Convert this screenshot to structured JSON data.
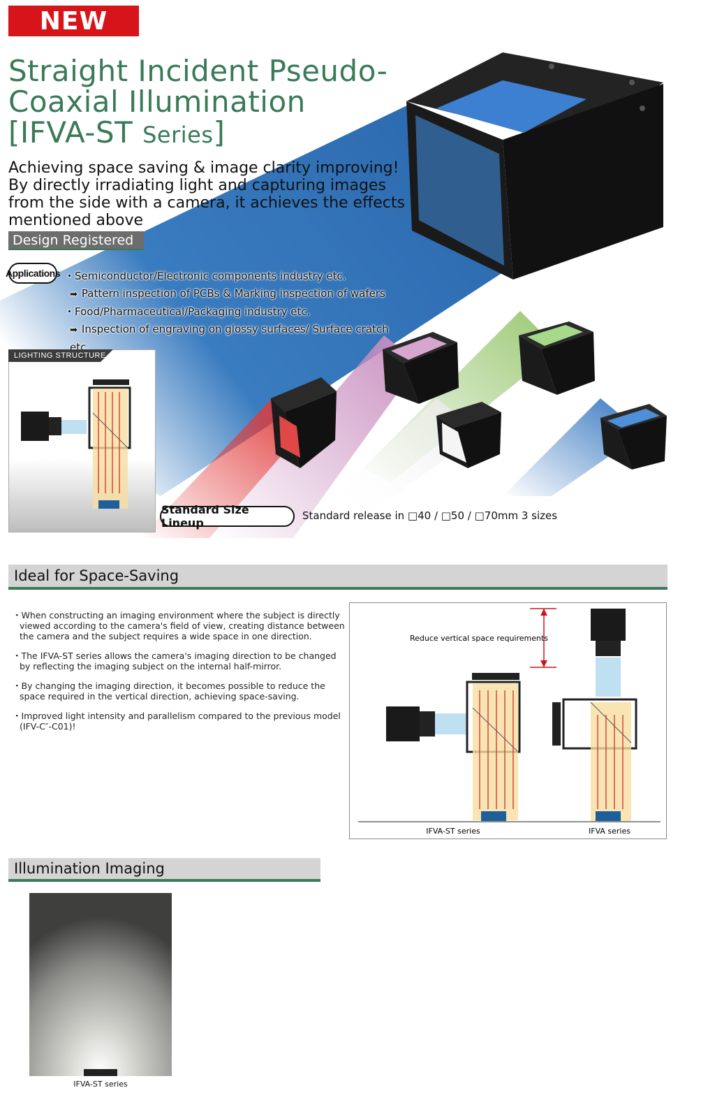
{
  "badge": {
    "label": "NEW"
  },
  "title": {
    "line1": "Straight Incident Pseudo-",
    "line2": "Coaxial Illumination",
    "series_open": "[IFVA-ST ",
    "series_word": "Series",
    "series_close": "]"
  },
  "tagline": {
    "line1": "Achieving space saving & image clarity improving!",
    "line2": "By directly irradiating light and capturing images",
    "line3": "from the side with a camera, it achieves the effects",
    "line4": "mentioned above"
  },
  "design_registered": "Design Registered",
  "applications": {
    "label": "Applications",
    "items": [
      "・Semiconductor/Electronic components industry etc.",
      "Pattern inspection of PCBs & Marking inspection of wafers",
      "・Food/Pharmaceutical/Packaging industry etc.",
      "Inspection of engraving on glossy surfaces/ Surface cratch etc."
    ]
  },
  "lighting_structure": {
    "label": "LIGHTING STRUCTURE"
  },
  "lineup": {
    "label": "Standard Size Lineup",
    "text": "Standard release in □40 / □50 / □70mm  3 sizes"
  },
  "section_space": {
    "title": "Ideal for Space-Saving",
    "bullets": [
      "・When constructing an imaging environment where the subject is directly viewed according to the camera's field of view, creating distance between the camera and the subject requires a wide space in one direction.",
      "・The IFVA-ST series allows the camera's imaging direction to be changed by reflecting the imaging subject on the internal half-mirror.",
      "・By changing the imaging direction, it becomes possible to reduce the space required in the vertical direction, achieving space-saving.",
      "・Improved light intensity and parallelism compared to the previous model (IFV-C″-C01)!"
    ],
    "diagram": {
      "annotation": "Reduce vertical space requirements",
      "left_caption": "IFVA-ST series",
      "right_caption": "IFVA series"
    }
  },
  "section_imaging": {
    "title": "Illumination Imaging",
    "caption": "IFVA-ST series"
  },
  "colors": {
    "badge_red": "#d7141a",
    "accent_green": "#3a7a58",
    "beam_blue": "#2f6fb0"
  }
}
